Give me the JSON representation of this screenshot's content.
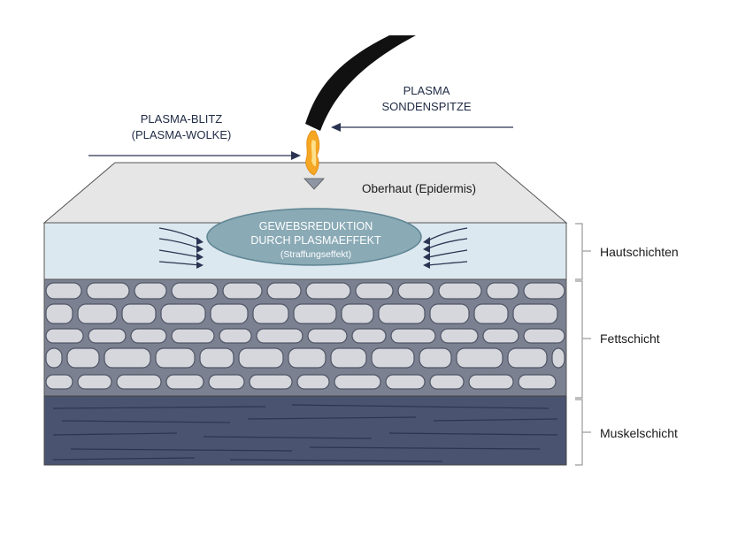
{
  "labels": {
    "plasma_blitz": [
      "PLASMA-BLITZ",
      "(PLASMA-WOLKE)"
    ],
    "plasma_sonde": [
      "PLASMA",
      "SONDENSPITZE"
    ],
    "oberhaut": "Oberhaut (Epidermis)",
    "gewebsreduktion": [
      "GEWEBSREDUKTION",
      "DURCH PLASMAEFFEKT"
    ],
    "straffung": "(Straffungseffekt)",
    "hautschichten": "Hautschichten",
    "fettschicht": "Fettschicht",
    "muskelschicht": "Muskelschicht"
  },
  "colors": {
    "epidermis_top": "#e6e6e6",
    "dermis": "#dce8ef",
    "fat_bg": "#7c8191",
    "fat_cell": "#d5d7dc",
    "muscle": "#4a5470",
    "muscle_line": "#2c3550",
    "reduction_ellipse": "#8aaab6",
    "arrow": "#2a3452",
    "flame": "#f5a623",
    "probe": "#111111"
  },
  "icons": [
    "probe-icon",
    "flame-icon",
    "droplet-icon",
    "arrow-icon",
    "bracket-icon"
  ]
}
